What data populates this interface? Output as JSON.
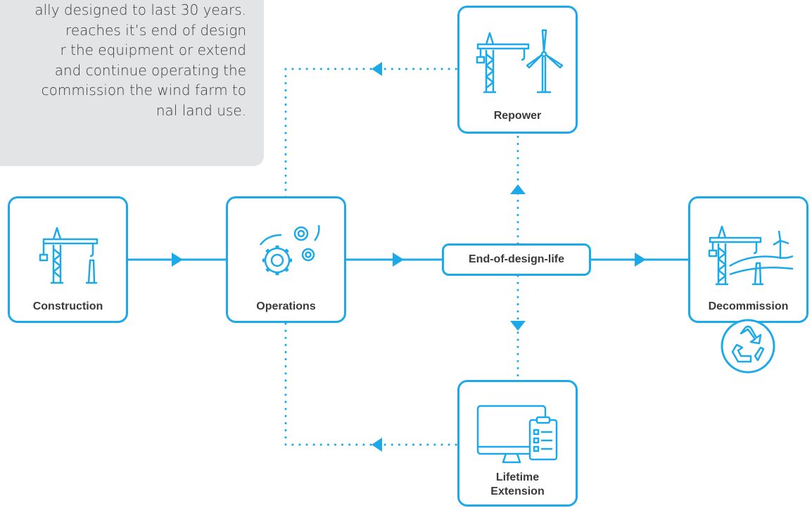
{
  "note": {
    "text": "ally designed to last 30 years.\n reaches it’s end of design\nr the equipment or extend\nand continue operating the\ncommission the wind farm to\nnal land use."
  },
  "nodes": {
    "construction": "Construction",
    "operations": "Operations",
    "end_of_design_life": "End-of-design-life",
    "repower": "Repower",
    "lifetime_extension": "Lifetime\nExtension",
    "decommission": "Decommission"
  },
  "colors": {
    "accent": "#1ca9e9",
    "note_background": "#e3e4e6",
    "text": "#3a3a3a"
  },
  "icons": [
    "crane-icon",
    "gears-icon",
    "crane-wind-turbine-icon",
    "monitor-clipboard-icon",
    "crane-landscape-icon",
    "recycle-icon"
  ]
}
